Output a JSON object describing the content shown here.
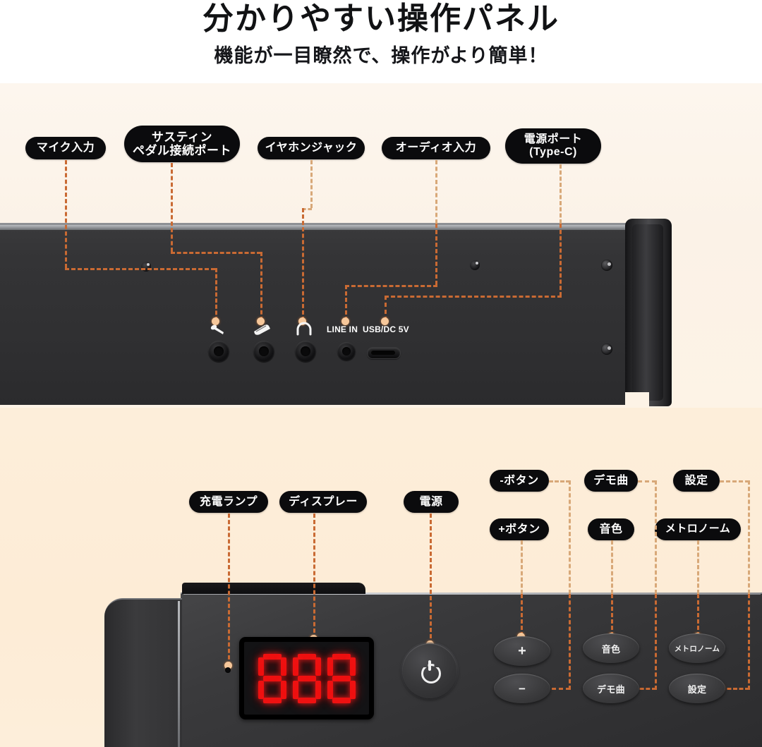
{
  "header": {
    "title": "分かりやすい操作パネル",
    "subtitle": "機能が一目瞭然で、操作がより簡単！"
  },
  "colors": {
    "background_top": "#fdf6ee",
    "background_bottom": "#fdeeda",
    "pill_bg": "#0b0b0d",
    "pill_text": "#ffffff",
    "connector": "#c96a33",
    "connector_node": "#f6c79a",
    "led_red": "#ee1111",
    "panel_dark": "#333335"
  },
  "rear_panel": {
    "callouts": [
      {
        "id": "mic-in",
        "label": "マイク入力"
      },
      {
        "id": "sustain-pedal",
        "label": "サスティン\nペダル接続ポート"
      },
      {
        "id": "headphone",
        "label": "イヤホンジャック"
      },
      {
        "id": "audio-in",
        "label": "オーディオ入力"
      },
      {
        "id": "power-port",
        "label": "電源ポート\n(Type-C)"
      }
    ],
    "port_captions": [
      {
        "id": "mic",
        "icon": "microphone-icon",
        "text": ""
      },
      {
        "id": "pedal",
        "icon": "pedal-icon",
        "text": ""
      },
      {
        "id": "headphone",
        "icon": "headphone-icon",
        "text": ""
      },
      {
        "id": "line-in",
        "icon": "",
        "text": "LINE IN"
      },
      {
        "id": "usb-dc",
        "icon": "",
        "text": "USB/DC 5V"
      }
    ]
  },
  "control_panel": {
    "callouts": [
      {
        "id": "charge-lamp",
        "label": "充電ランプ"
      },
      {
        "id": "display",
        "label": "ディスプレー"
      },
      {
        "id": "power",
        "label": "電源"
      },
      {
        "id": "minus",
        "label": "-ボタン"
      },
      {
        "id": "plus",
        "label": "+ボタン"
      },
      {
        "id": "demo",
        "label": "デモ曲"
      },
      {
        "id": "tone",
        "label": "音色"
      },
      {
        "id": "settings",
        "label": "設定"
      },
      {
        "id": "metronome",
        "label": "メトロノーム"
      }
    ],
    "display_value": "888",
    "buttons": [
      {
        "id": "plus",
        "label": "+"
      },
      {
        "id": "minus",
        "label": "−"
      },
      {
        "id": "tone",
        "label": "音色"
      },
      {
        "id": "demo",
        "label": "デモ曲"
      },
      {
        "id": "metronome",
        "label": "メトロノーム"
      },
      {
        "id": "settings",
        "label": "設定"
      }
    ],
    "power_button_icon": "power-icon"
  }
}
